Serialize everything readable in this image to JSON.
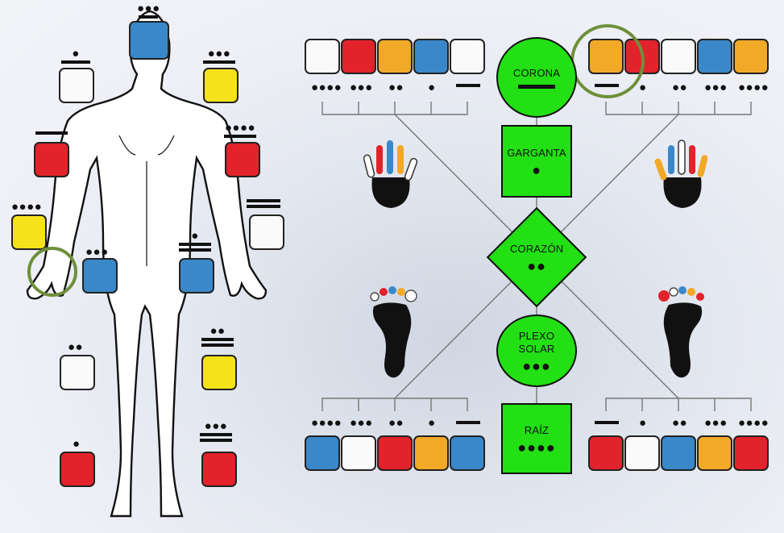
{
  "nodes": {
    "corona": "CORONA",
    "garganta": "GARGANTA",
    "corazon": "CORAZÓN",
    "plexo_line1": "PLEXO",
    "plexo_line2": "SOLAR",
    "raiz": "RAÍZ"
  },
  "node_numbers": {
    "garganta": "●",
    "corazon": "●●",
    "plexo": "●●●",
    "raiz": "●●●●"
  },
  "tick_numbers_top_left": [
    "●●●●",
    "●●●",
    "●●",
    "●",
    "bar"
  ],
  "tick_numbers_top_right": [
    "bar",
    "●",
    "●●",
    "●●●",
    "●●●●"
  ],
  "tick_numbers_bottom_left": [
    "●●●●",
    "●●●",
    "●●",
    "●",
    "bar"
  ],
  "tick_numbers_bottom_right": [
    "bar",
    "●",
    "●●",
    "●●●",
    "●●●●"
  ],
  "glyph_colors": {
    "blue": "#3a88c9",
    "red": "#e2232b",
    "yellow": "#f6e21a",
    "white": "#fafafa",
    "orange": "#f2a928",
    "node_green": "#22e013",
    "highlight": "#6e8f3a"
  },
  "icons": [
    "human-figure",
    "hand-left",
    "hand-right",
    "foot-left",
    "foot-right",
    "glyph-tiles"
  ]
}
